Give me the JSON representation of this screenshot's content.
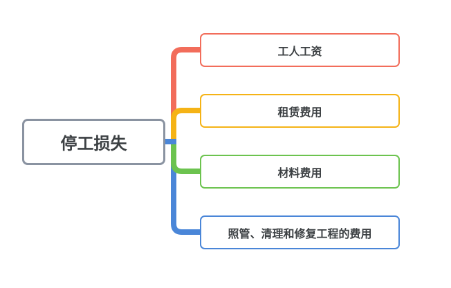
{
  "root": {
    "label": "停工损失",
    "border_color": "#8a93a1"
  },
  "branches": [
    {
      "label": "工人工资",
      "color": "#f26d5b"
    },
    {
      "label": "租赁费用",
      "color": "#f5b316"
    },
    {
      "label": "材料费用",
      "color": "#6cc34f"
    },
    {
      "label": "照管、清理和修复工程的费用",
      "color": "#4a86d8"
    }
  ]
}
